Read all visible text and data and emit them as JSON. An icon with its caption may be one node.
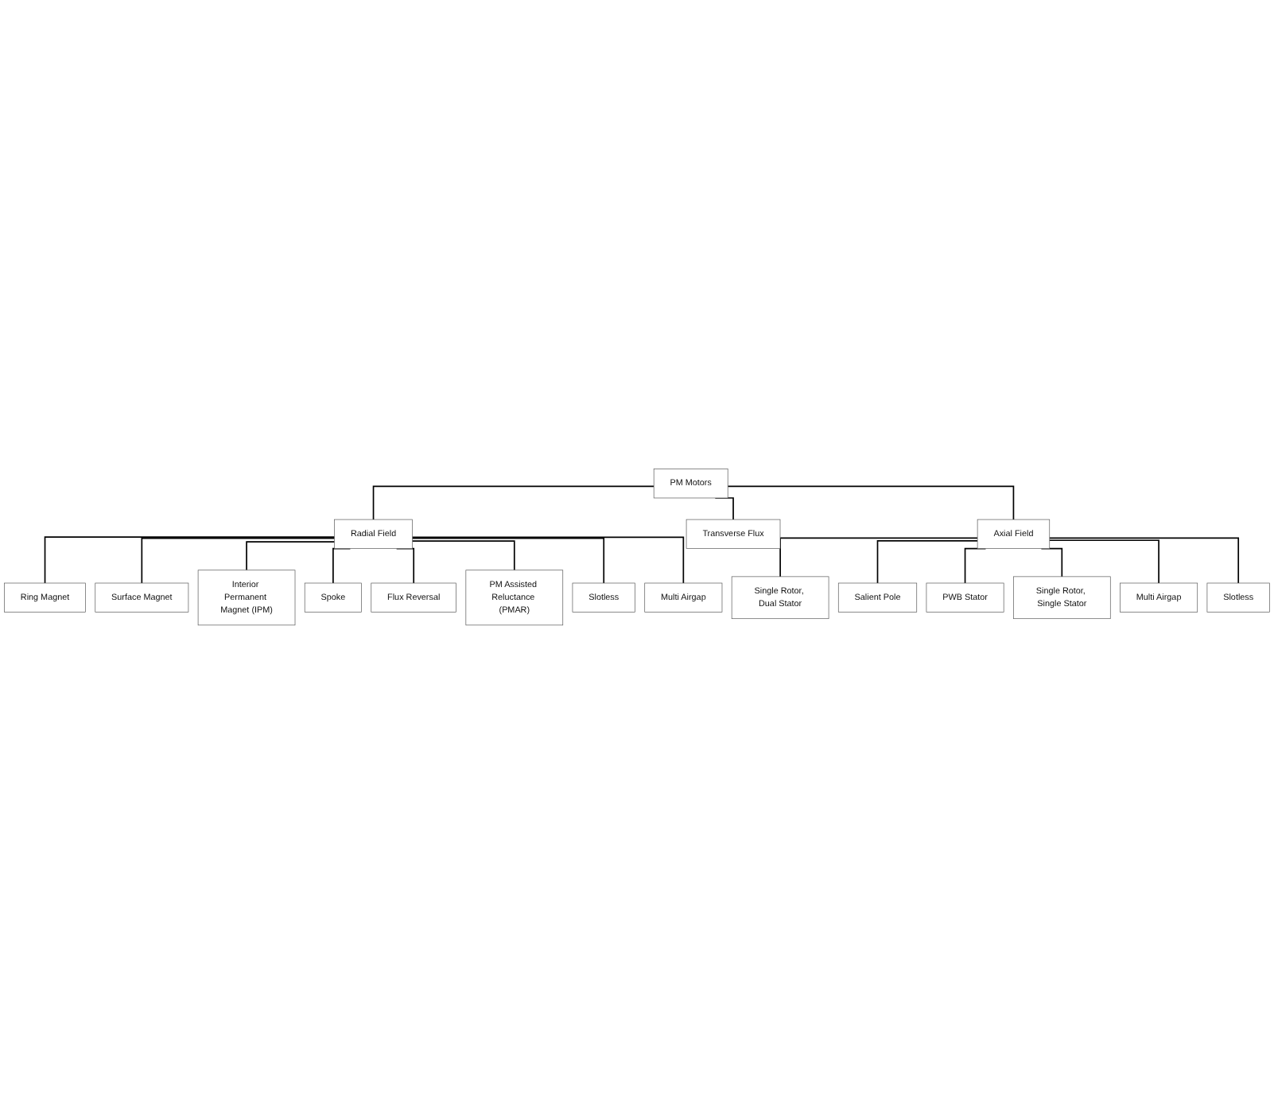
{
  "diagram": {
    "nodes": [
      {
        "text": [
          "PM Motors"
        ]
      },
      {
        "text": [
          "Radial Field"
        ]
      },
      {
        "text": [
          "Transverse Flux"
        ]
      },
      {
        "text": [
          "Axial Field"
        ]
      },
      {
        "text": [
          "Ring Magnet"
        ]
      },
      {
        "text": [
          "Surface Magnet"
        ]
      },
      {
        "text": [
          "Interior Permanent Magnet (IPM)"
        ]
      },
      {
        "text": [
          "Spoke"
        ]
      },
      {
        "text": [
          "Flux Reversal"
        ]
      },
      {
        "text": [
          "PM Assisted Reluctance (PMAR)"
        ]
      },
      {
        "text": [
          "Slotless"
        ]
      },
      {
        "text": [
          "Multi Airgap"
        ]
      },
      {
        "text": [
          "Single Rotor, Dual Stator"
        ]
      },
      {
        "text": [
          "Salient Pole"
        ]
      },
      {
        "text": [
          "PWB Stator"
        ]
      },
      {
        "text": [
          "Single Rotor, Single Stator"
        ]
      },
      {
        "text": [
          "Multi Airgap"
        ]
      },
      {
        "text": [
          "Slotless"
        ]
      }
    ],
    "edges": [
      {
        "from": 0,
        "to": 1,
        "arrow": "none"
      },
      {
        "from": 0,
        "to": 2,
        "arrow": "none"
      },
      {
        "from": 0,
        "to": 3,
        "arrow": "none"
      },
      {
        "from": 1,
        "to": 4,
        "arrow": "none"
      },
      {
        "from": 1,
        "to": 5,
        "arrow": "none"
      },
      {
        "from": 1,
        "to": 6,
        "arrow": "none"
      },
      {
        "from": 1,
        "to": 7,
        "arrow": "none"
      },
      {
        "from": 1,
        "to": 8,
        "arrow": "none"
      },
      {
        "from": 1,
        "to": 9,
        "arrow": "none"
      },
      {
        "from": 1,
        "to": 10,
        "arrow": "none"
      },
      {
        "from": 1,
        "to": 11,
        "arrow": "none"
      },
      {
        "from": 3,
        "to": 12,
        "arrow": "none"
      },
      {
        "from": 3,
        "to": 13,
        "arrow": "none"
      },
      {
        "from": 3,
        "to": 14,
        "arrow": "none"
      },
      {
        "from": 3,
        "to": 15,
        "arrow": "none"
      },
      {
        "from": 3,
        "to": 16,
        "arrow": "none"
      },
      {
        "from": 3,
        "to": 17,
        "arrow": "none"
      }
    ]
  }
}
